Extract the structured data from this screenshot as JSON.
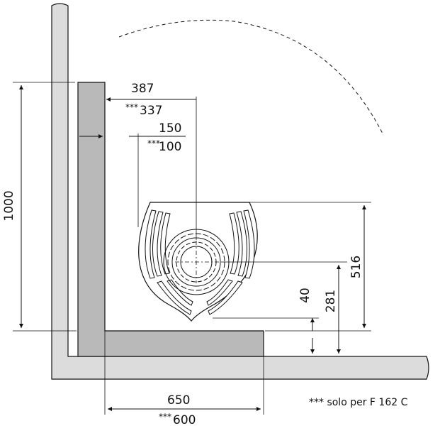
{
  "drawing": {
    "dims": {
      "d387": "387",
      "d337": "337",
      "d150": "150",
      "d100": "100",
      "d1000": "1000",
      "d516": "516",
      "d281": "281",
      "d40": "40",
      "d650": "650",
      "d600": "600",
      "star_prefix": "***"
    },
    "note": "*** solo per F 162 C"
  }
}
